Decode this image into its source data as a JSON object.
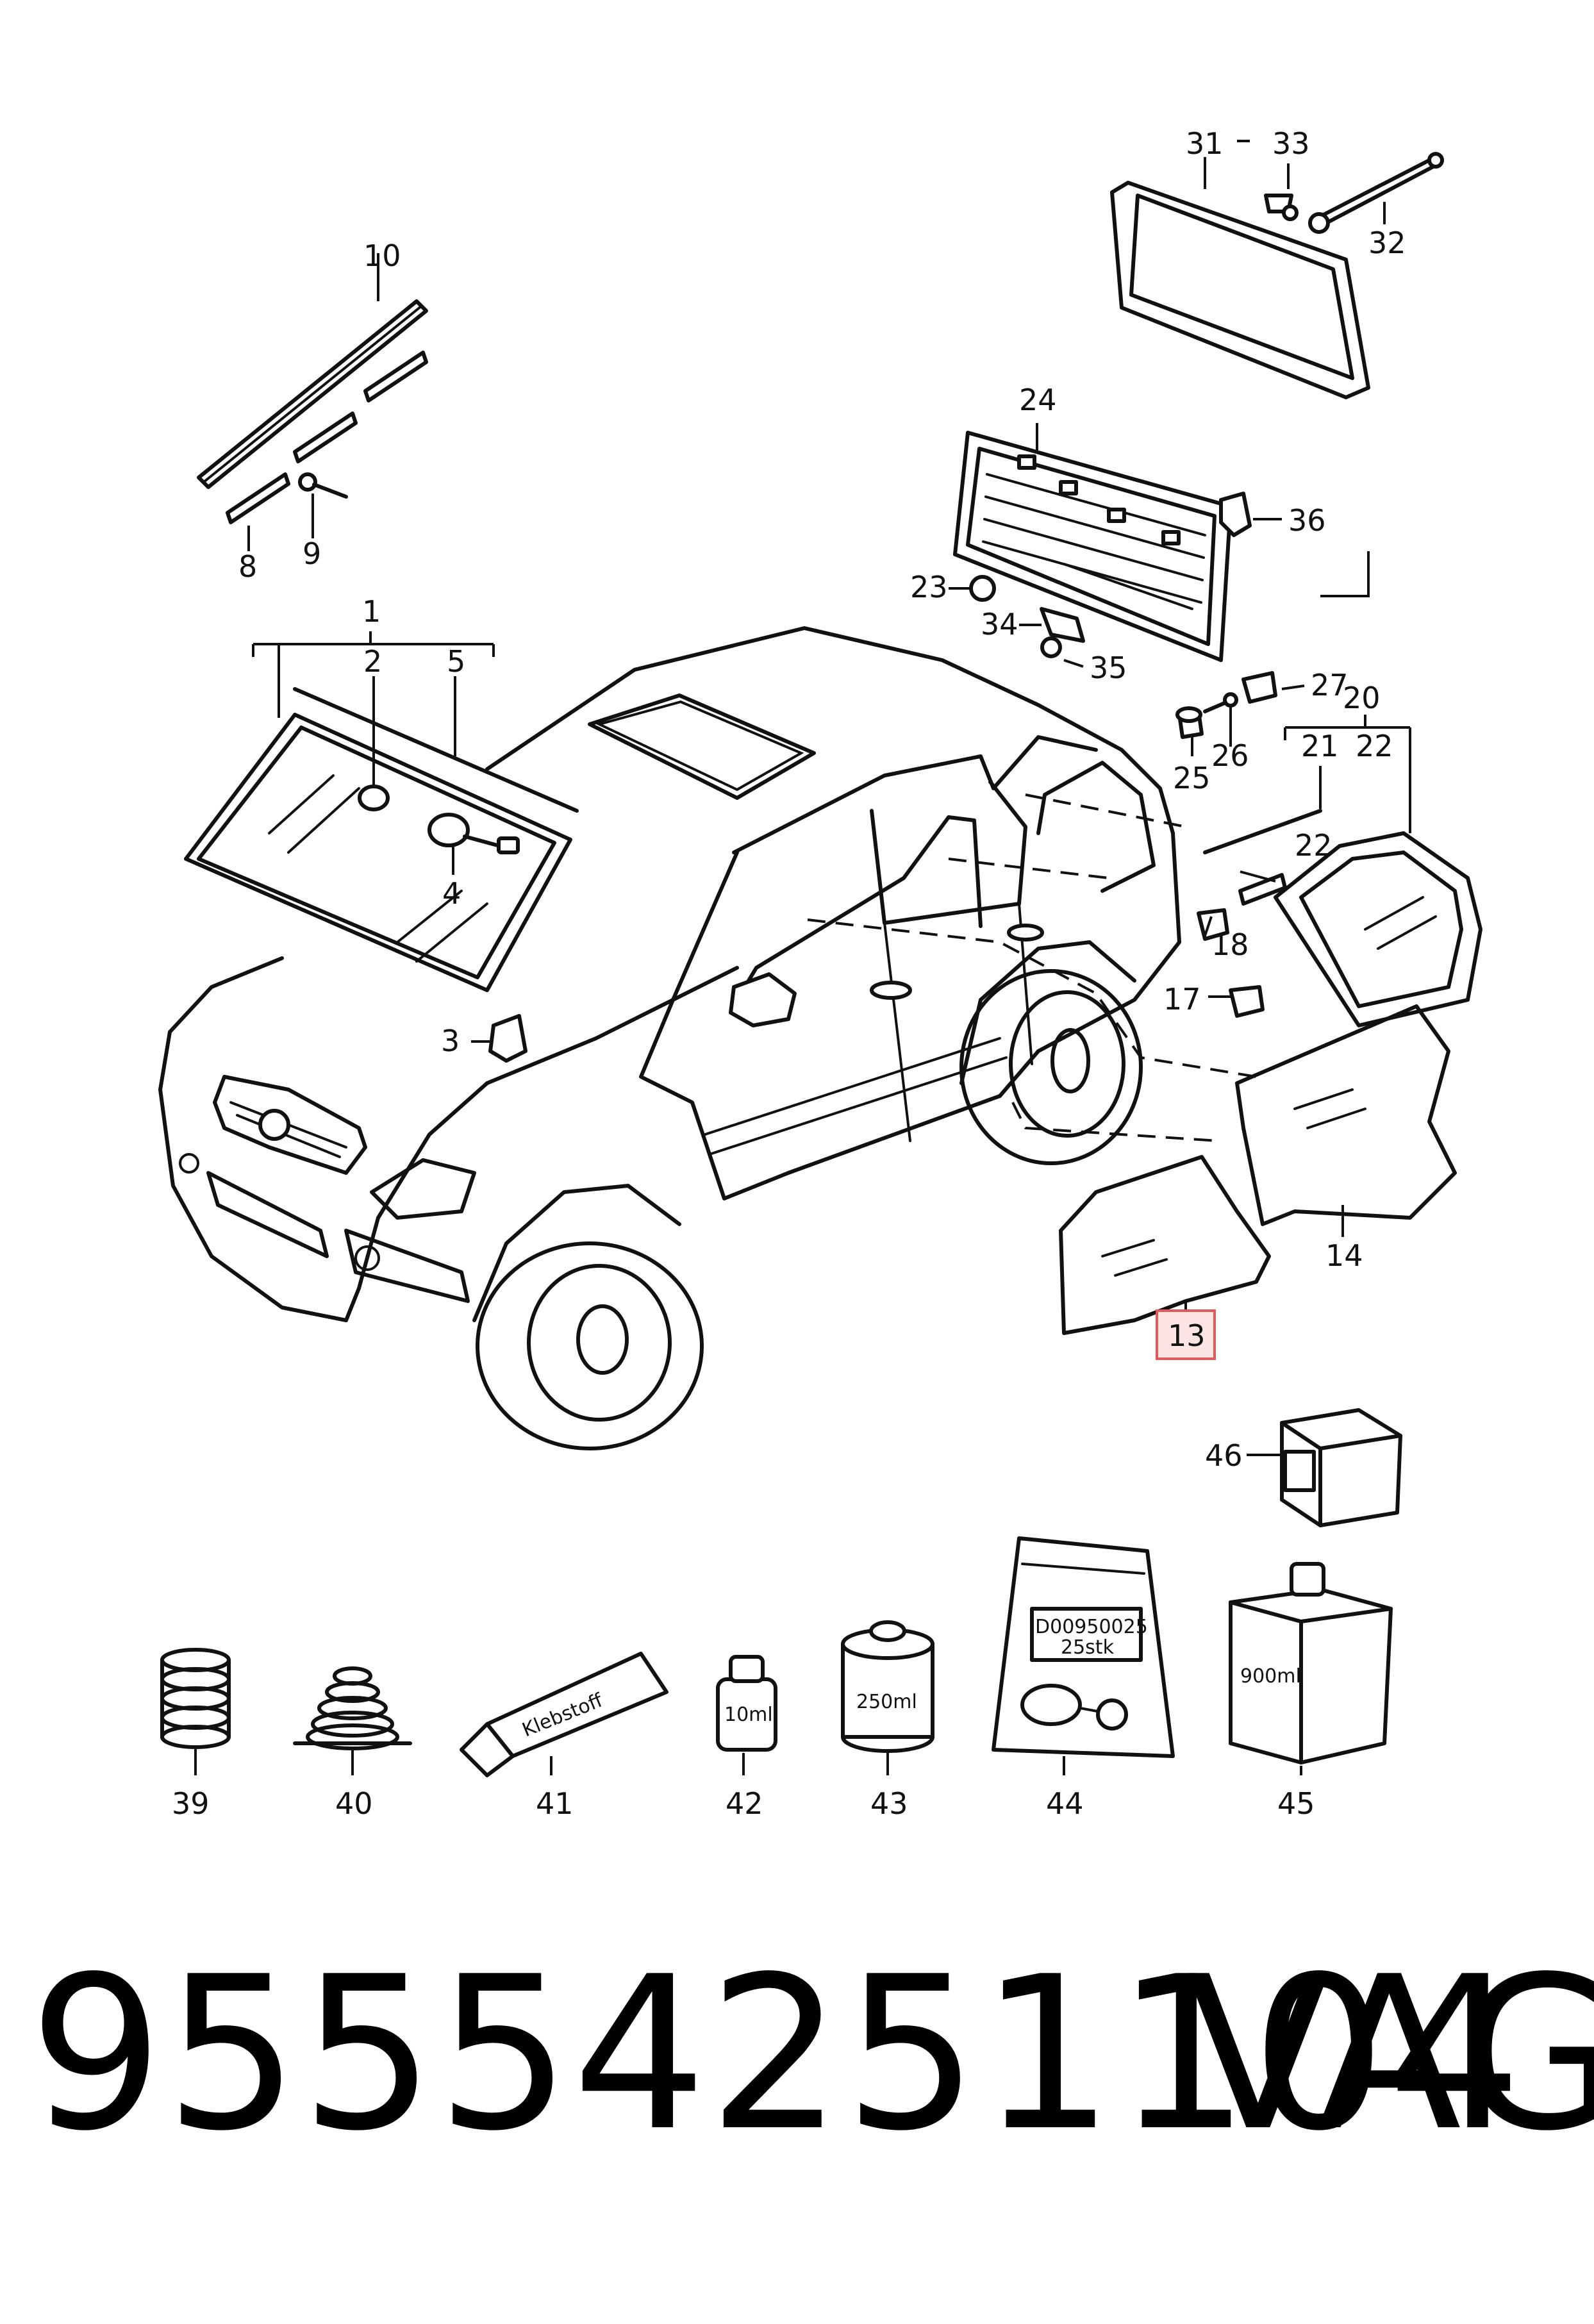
{
  "callouts": {
    "c1": "1",
    "c2": "2",
    "c3": "3",
    "c4": "4",
    "c5": "5",
    "c8": "8",
    "c9": "9",
    "c10": "10",
    "c13": "13",
    "c14": "14",
    "c17": "17",
    "c18": "18",
    "c20": "20",
    "c21": "21",
    "c22a": "22",
    "c22b": "22",
    "c23": "23",
    "c24": "24",
    "c25": "25",
    "c26": "26",
    "c27": "27",
    "c31": "31",
    "c32": "32",
    "c33": "33",
    "c34": "34",
    "c35": "35",
    "c36": "36",
    "c39": "39",
    "c40": "40",
    "c41": "41",
    "c42": "42",
    "c43": "43",
    "c44": "44",
    "c45": "45",
    "c46": "46"
  },
  "package_labels": {
    "tube": "Klebstoff",
    "bottle_small": "10ml",
    "can": "250ml",
    "bag_line1": "D00950025",
    "bag_line2": "25stk",
    "bottle_large": "900ml"
  },
  "highlight_color": "#e05a5a",
  "footer": {
    "part_number": "9555425110​4",
    "brand": "VAG"
  }
}
